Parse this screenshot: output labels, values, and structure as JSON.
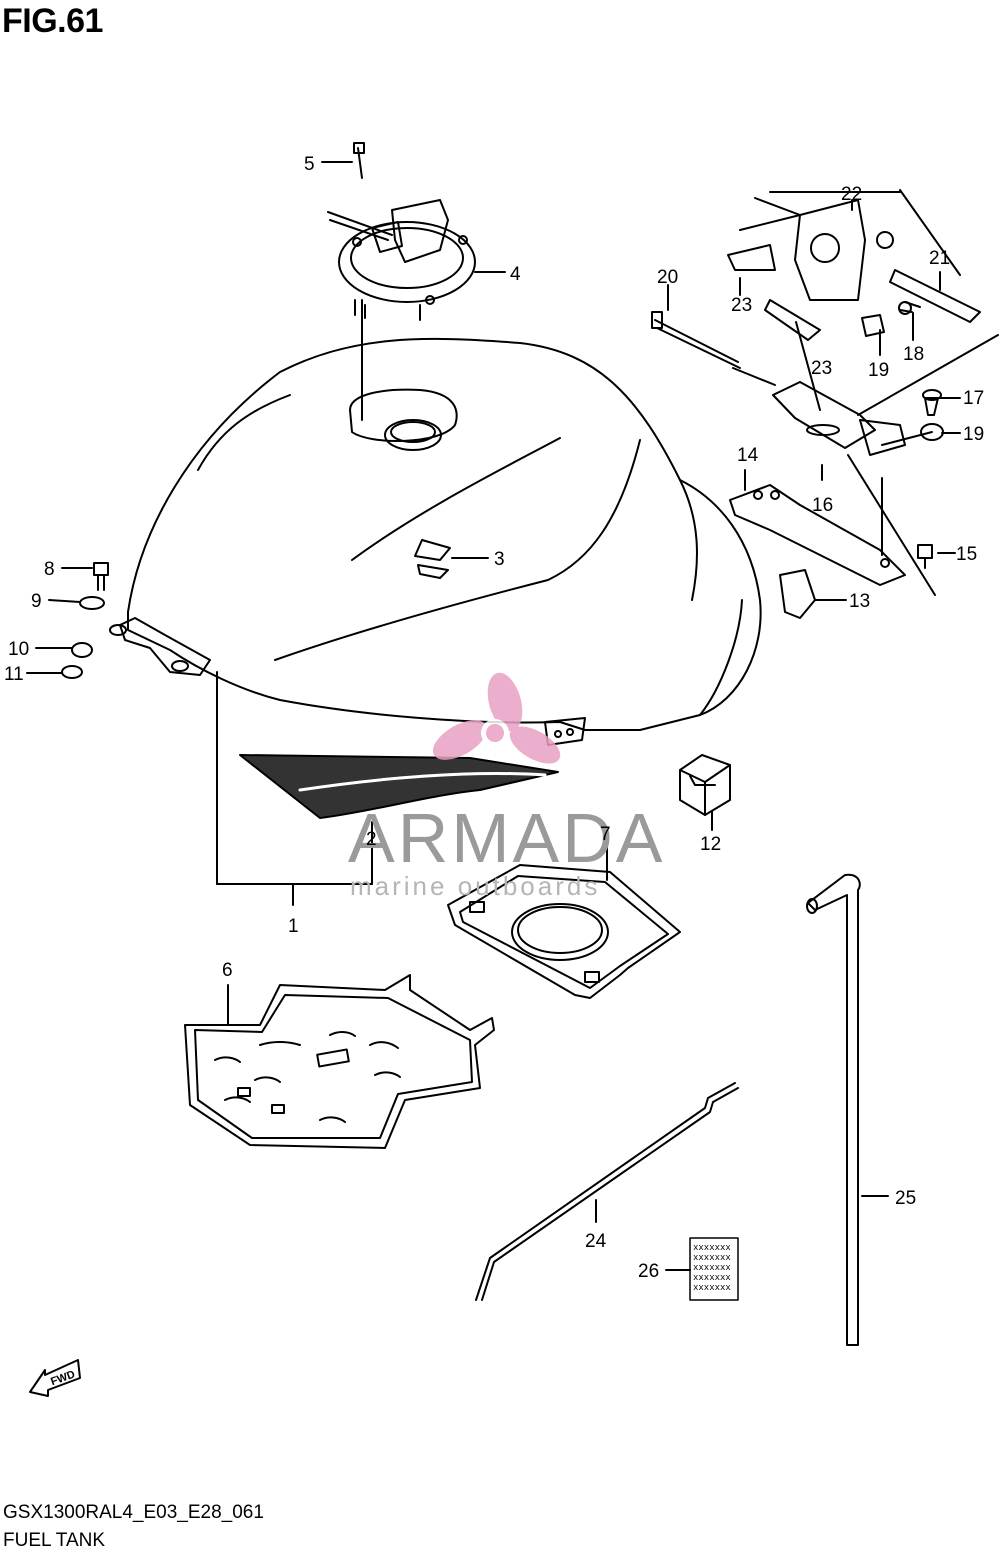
{
  "figure": {
    "title": "FIG.61",
    "code": "GSX1300RAL4_E03_E28_061",
    "caption": "FUEL TANK",
    "fwd_label": "FWD"
  },
  "callouts": [
    {
      "id": "c1",
      "label": "1"
    },
    {
      "id": "c2",
      "label": "2"
    },
    {
      "id": "c3",
      "label": "3"
    },
    {
      "id": "c4",
      "label": "4"
    },
    {
      "id": "c5",
      "label": "5"
    },
    {
      "id": "c6",
      "label": "6"
    },
    {
      "id": "c7",
      "label": "7"
    },
    {
      "id": "c8",
      "label": "8"
    },
    {
      "id": "c9",
      "label": "9"
    },
    {
      "id": "c10",
      "label": "10"
    },
    {
      "id": "c11",
      "label": "11"
    },
    {
      "id": "c12",
      "label": "12"
    },
    {
      "id": "c13",
      "label": "13"
    },
    {
      "id": "c14",
      "label": "14"
    },
    {
      "id": "c15",
      "label": "15"
    },
    {
      "id": "c16",
      "label": "16"
    },
    {
      "id": "c17",
      "label": "17"
    },
    {
      "id": "c18",
      "label": "18"
    },
    {
      "id": "c19a",
      "label": "19"
    },
    {
      "id": "c19b",
      "label": "19"
    },
    {
      "id": "c20",
      "label": "20"
    },
    {
      "id": "c21",
      "label": "21"
    },
    {
      "id": "c22",
      "label": "22"
    },
    {
      "id": "c23a",
      "label": "23"
    },
    {
      "id": "c23b",
      "label": "23"
    },
    {
      "id": "c24",
      "label": "24"
    },
    {
      "id": "c25",
      "label": "25"
    },
    {
      "id": "c26",
      "label": "26"
    }
  ],
  "watermark": {
    "name": "ARMADA",
    "subtitle": "marine outboards",
    "logo_color": "#e8a0c4",
    "text_color": "#9a9a9a"
  }
}
